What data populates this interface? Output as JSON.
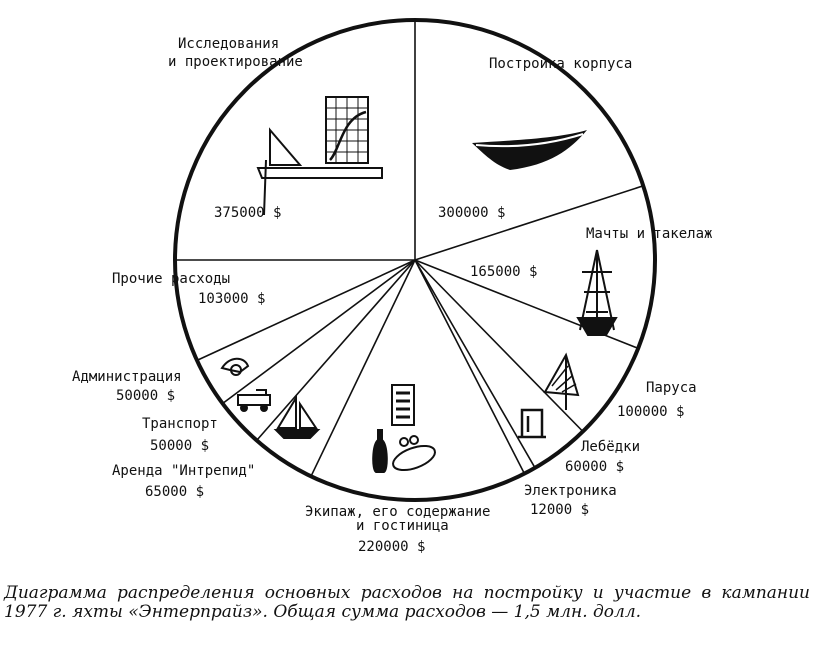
{
  "chart_data": {
    "type": "pie",
    "slices": [
      {
        "label": "Постройка корпуса",
        "value": 300000,
        "value_label": "300000 $"
      },
      {
        "label": "Мачты и такелаж",
        "value": 165000,
        "value_label": "165000 $"
      },
      {
        "label": "Паруса",
        "value": 100000,
        "value_label": "100000 $"
      },
      {
        "label": "Лебёдки",
        "value": 60000,
        "value_label": "60000 $"
      },
      {
        "label": "Электроника",
        "value": 12000,
        "value_label": "12000 $"
      },
      {
        "label": "Экипаж, его содержание и гостиница",
        "label_lines": [
          "Экипаж, его содержание",
          "и гостиница"
        ],
        "value": 220000,
        "value_label": "220000 $"
      },
      {
        "label": "Аренда \"Интрепид\"",
        "value": 65000,
        "value_label": "65000 $"
      },
      {
        "label": "Транспорт",
        "value": 50000,
        "value_label": "50000 $"
      },
      {
        "label": "Администрация",
        "value": 50000,
        "value_label": "50000 $"
      },
      {
        "label": "Прочие расходы",
        "value": 103000,
        "value_label": "103000 $"
      },
      {
        "label": "Исследования и проектирование",
        "label_lines": [
          "Исследования",
          "и проектирование"
        ],
        "value": 375000,
        "value_label": "375000 $"
      }
    ]
  },
  "caption": "Диаграмма распределения основных расходов на постройку и участие в кампании 1977 г. яхты «Энтерпрайз». Общая сумма расходов — 1,5 млн. долл."
}
